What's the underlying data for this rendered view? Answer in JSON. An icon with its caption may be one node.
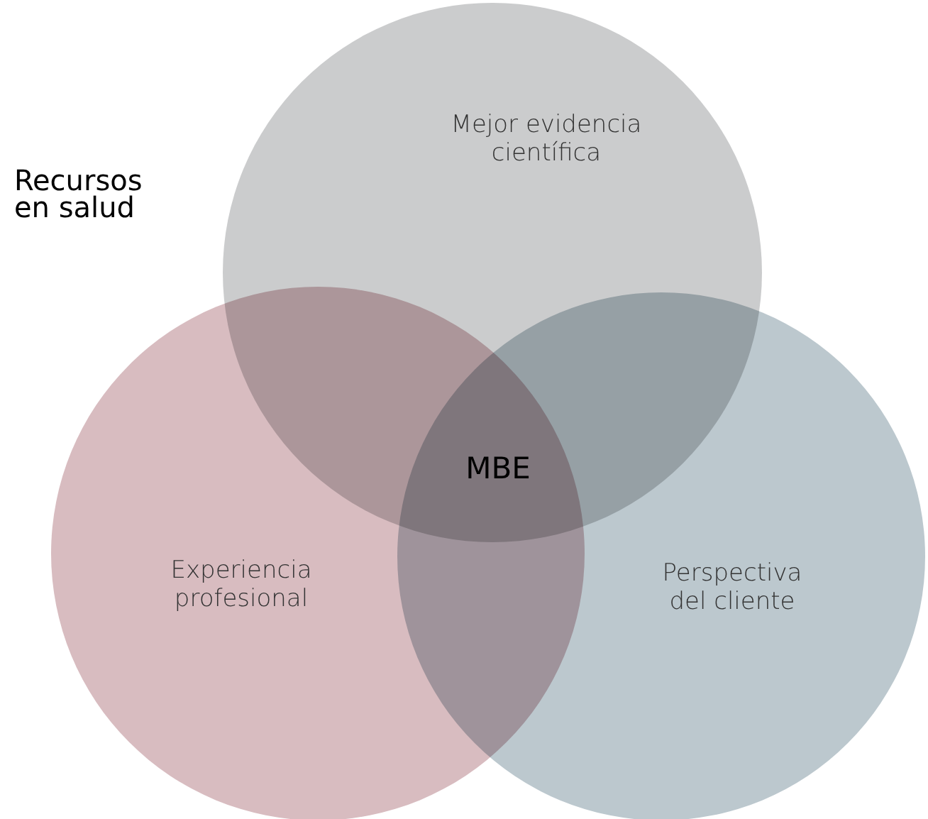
{
  "diagram": {
    "nodes": [
      {
        "text": [
          "Mejor evidencia científica"
        ]
      },
      {
        "text": [
          "Experiencia profesional"
        ]
      },
      {
        "text": [
          "Perspectiva del cliente"
        ]
      }
    ],
    "labels": [
      "Recursos en salud",
      "MBE"
    ]
  }
}
